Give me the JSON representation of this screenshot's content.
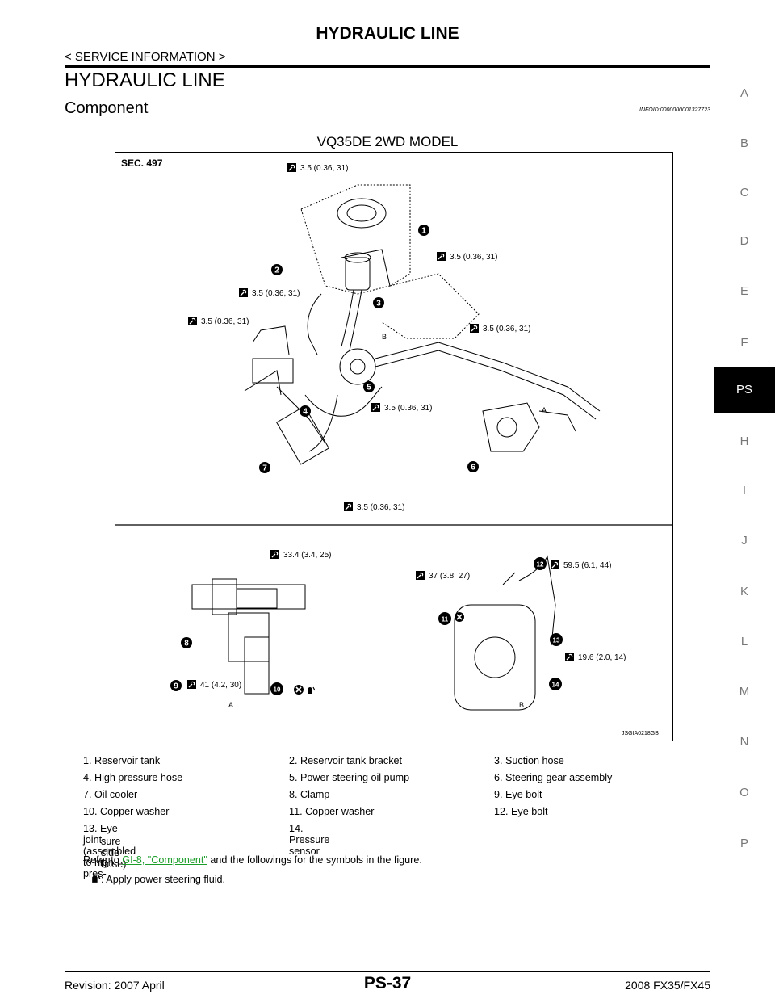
{
  "header": {
    "title": "HYDRAULIC LINE",
    "subtitle": "< SERVICE INFORMATION >"
  },
  "section_title": "HYDRAULIC LINE",
  "component_title": "Component",
  "info_id": "INFOID:0000000001327723",
  "model_caption": "VQ35DE 2WD MODEL",
  "figure": {
    "sec_label": "SEC. 497",
    "torques": {
      "t1": "3.5 (0.36, 31)",
      "t2": "3.5 (0.36, 31)",
      "t3": "3.5 (0.36, 31)",
      "t4": "3.5 (0.36, 31)",
      "t5": "3.5 (0.36, 31)",
      "t6": "3.5 (0.36, 31)",
      "t7": "3.5 (0.36, 31)",
      "t8": "33.4 (3.4, 25)",
      "t9": "41 (4.2, 30)",
      "t10": "37 (3.8, 27)",
      "t11": "59.5 (6.1, 44)",
      "t12": "19.6 (2.0, 14)"
    },
    "letters": {
      "a": "A",
      "b": "B",
      "a2": "A",
      "b2": "B"
    },
    "callouts": [
      "1",
      "2",
      "3",
      "4",
      "5",
      "6",
      "7",
      "8",
      "9",
      "10",
      "11",
      "12",
      "13",
      "14"
    ],
    "image_id": "JSGIA0218GB"
  },
  "side_tabs": [
    "A",
    "B",
    "C",
    "D",
    "E",
    "F",
    "PS",
    "H",
    "I",
    "J",
    "K",
    "L",
    "M",
    "N",
    "O",
    "P"
  ],
  "active_tab": "PS",
  "parts": [
    [
      "1. Reservoir tank",
      "2. Reservoir tank bracket",
      "3. Suction hose"
    ],
    [
      "4. High pressure hose",
      "5. Power steering oil pump",
      "6. Steering gear assembly"
    ],
    [
      "7. Oil cooler",
      "8. Clamp",
      "9. Eye bolt"
    ],
    [
      "10. Copper washer",
      "11. Copper washer",
      "12. Eye bolt"
    ]
  ],
  "part13_line1": "13. Eye joint (assembled to high pres-",
  "part13_line2": "sure side hose)",
  "part14": "14. Pressure sensor",
  "refer": {
    "prefix": "Refer to ",
    "link": "GI-8, \"Component\"",
    "suffix": " and the followings for the symbols in the figure."
  },
  "apply_note": ": Apply power steering fluid.",
  "footer": {
    "page": "PS-37",
    "revision": "Revision: 2007 April",
    "model": "2008 FX35/FX45"
  }
}
